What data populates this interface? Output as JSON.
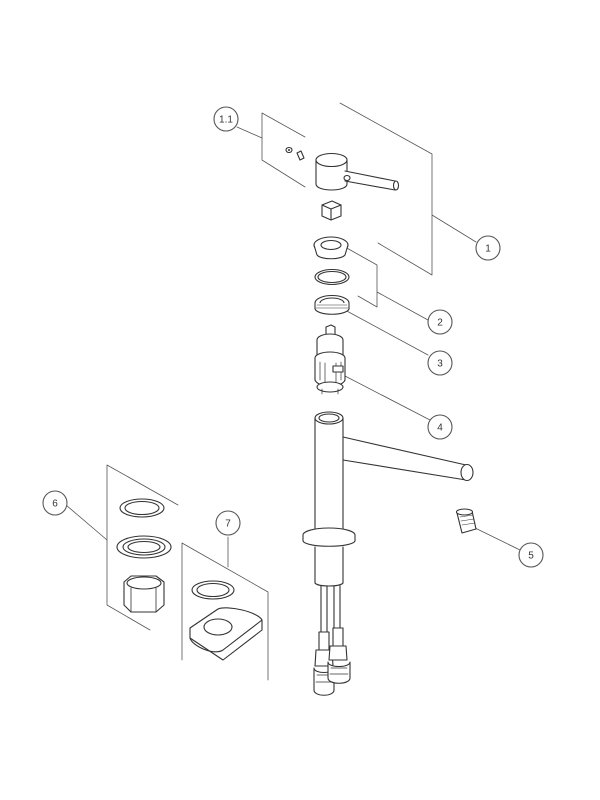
{
  "diagram": {
    "callouts": [
      {
        "id": "1.1",
        "label": "1.1"
      },
      {
        "id": "1",
        "label": "1"
      },
      {
        "id": "2",
        "label": "2"
      },
      {
        "id": "3",
        "label": "3"
      },
      {
        "id": "4",
        "label": "4"
      },
      {
        "id": "5",
        "label": "5"
      },
      {
        "id": "6",
        "label": "6"
      },
      {
        "id": "7",
        "label": "7"
      }
    ],
    "colors": {
      "line": "#333333",
      "fill": "#ffffff",
      "leader": "#555555"
    }
  }
}
